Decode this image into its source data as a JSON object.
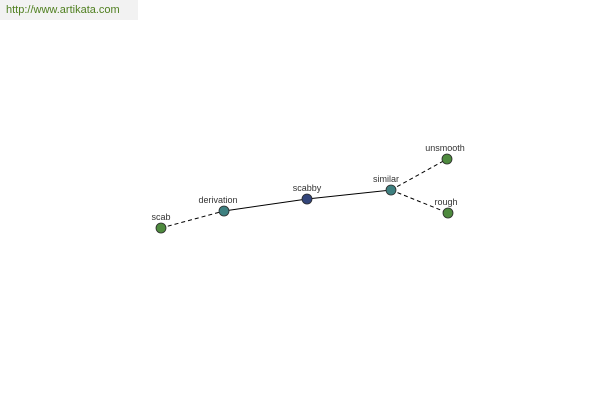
{
  "watermark": {
    "text": "http://www.artikata.com"
  },
  "graph": {
    "colors": {
      "center": "#33457a",
      "synonym": "#3e8080",
      "leaf": "#4e8a3e",
      "watermark_text": "#4f7f1f",
      "watermark_bg": "#f2f2f2"
    },
    "nodes": [
      {
        "id": "scab",
        "label": "scab",
        "kind": "leaf"
      },
      {
        "id": "derivation",
        "label": "derivation",
        "kind": "synonym"
      },
      {
        "id": "scabby",
        "label": "scabby",
        "kind": "center"
      },
      {
        "id": "similar",
        "label": "similar",
        "kind": "synonym"
      },
      {
        "id": "unsmooth",
        "label": "unsmooth",
        "kind": "leaf"
      },
      {
        "id": "rough",
        "label": "rough",
        "kind": "leaf"
      }
    ],
    "edges": [
      {
        "from": "scab",
        "to": "derivation",
        "style": "dashed"
      },
      {
        "from": "derivation",
        "to": "scabby",
        "style": "solid"
      },
      {
        "from": "scabby",
        "to": "similar",
        "style": "solid"
      },
      {
        "from": "similar",
        "to": "unsmooth",
        "style": "dashed"
      },
      {
        "from": "similar",
        "to": "rough",
        "style": "dashed"
      }
    ]
  }
}
